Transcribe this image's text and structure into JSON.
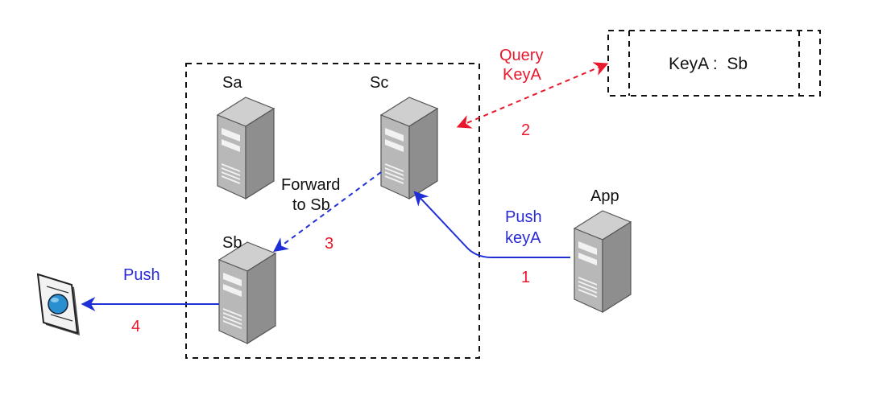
{
  "colors": {
    "blue_arrow": "#1f2fd8",
    "red_arrow": "#e8192c",
    "box_border": "#111111",
    "server_front": "#b9b9b9",
    "server_side": "#8f8f8f",
    "server_top": "#cfcfcf",
    "globe": "#2a8fd0"
  },
  "servers": {
    "sa": {
      "label": "Sa"
    },
    "sc": {
      "label": "Sc"
    },
    "sb": {
      "label": "Sb"
    },
    "app": {
      "label": "App"
    }
  },
  "registry": {
    "entry": "KeyA :  Sb"
  },
  "edges": {
    "query": {
      "label_line1": "Query",
      "label_line2": "KeyA",
      "step": "2"
    },
    "push_key": {
      "label_line1": "Push",
      "label_line2": "keyA",
      "step": "1"
    },
    "forward": {
      "label_line1": "Forward",
      "label_line2": "to Sb",
      "step": "3"
    },
    "push_client": {
      "label": "Push",
      "step": "4"
    }
  },
  "client": {
    "icon": "client-device-globe-icon"
  }
}
